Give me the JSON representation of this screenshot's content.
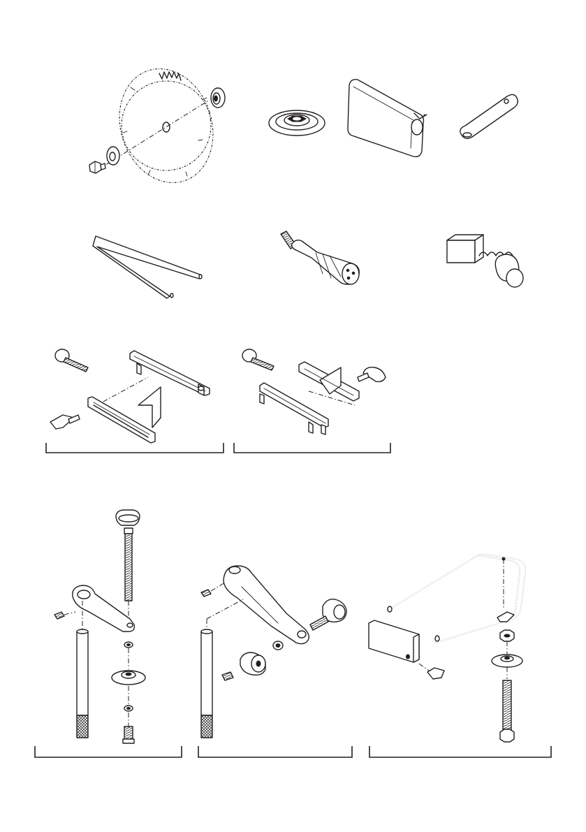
{
  "figure": {
    "kind": "accessory parts illustration (line drawing, no printed text)",
    "colors": {
      "ink": "#231f20",
      "paper": "#ffffff",
      "shade": "#d9d9d9"
    }
  },
  "rows": [
    {
      "items": [
        "saw-blade-assembly",
        "inner-flange",
        "blade-guard",
        "wrench"
      ]
    },
    {
      "items": [
        "hex-key-l-bar",
        "handle-grip",
        "carbon-brush"
      ]
    },
    {
      "groups": [
        "rip-fence-kit",
        "miter-gauge-kit"
      ]
    },
    {
      "groups": [
        "work-support-kit",
        "stopper-arm-kit",
        "stand-frame-kit"
      ]
    }
  ]
}
